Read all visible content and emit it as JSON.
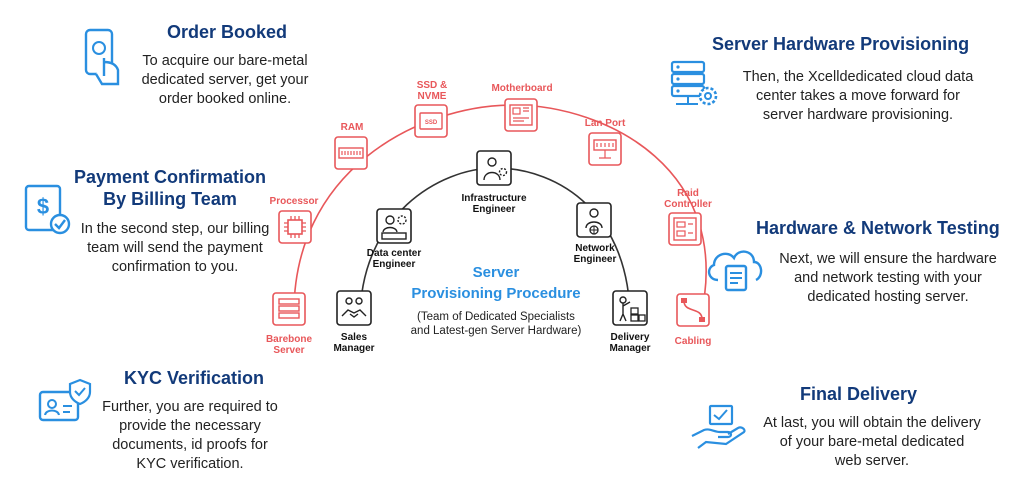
{
  "colors": {
    "title": "#123a7a",
    "accent_blue": "#2a8fe0",
    "hardware_red": "#e8575a",
    "team_dark": "#222222"
  },
  "center": {
    "title_line1": "Server",
    "title_line2": "Provisioning Procedure",
    "subtitle_line1": "(Team of Dedicated Specialists",
    "subtitle_line2": "and Latest-gen Server Hardware)"
  },
  "steps": {
    "order_booked": {
      "title": "Order Booked",
      "lines": [
        "To acquire our bare-metal",
        "dedicated server, get your",
        "order booked online."
      ],
      "icon": "mobile-tap-icon"
    },
    "payment": {
      "title_line1": "Payment Confirmation",
      "title_line2": "By Billing Team",
      "lines": [
        "In the second step, our billing",
        "team will send the payment",
        "confirmation to you."
      ],
      "icon": "payment-invoice-icon"
    },
    "kyc": {
      "title": "KYC Verification",
      "lines": [
        "Further, you are required to",
        "provide the necessary",
        "documents, id proofs for",
        "KYC verification."
      ],
      "icon": "id-card-shield-icon"
    },
    "hardware_provisioning": {
      "title": "Server Hardware Provisioning",
      "lines": [
        "Then, the Xcelldedicated cloud data",
        "center takes a move forward for",
        "server hardware provisioning."
      ],
      "icon": "server-gear-icon"
    },
    "network_testing": {
      "title": "Hardware & Network Testing",
      "lines": [
        "Next, we will ensure the hardware",
        "and network testing with your",
        "dedicated hosting server."
      ],
      "icon": "cloud-document-icon"
    },
    "final_delivery": {
      "title": "Final Delivery",
      "lines": [
        "At last, you will obtain the delivery",
        "of your bare-metal dedicated",
        "web server."
      ],
      "icon": "hand-package-icon"
    }
  },
  "hardware": {
    "barebone": {
      "line1": "Barebone",
      "line2": "Server",
      "icon": "server-rack-icon"
    },
    "processor": {
      "line1": "Processor",
      "icon": "cpu-chip-icon"
    },
    "ram": {
      "line1": "RAM",
      "icon": "ram-module-icon"
    },
    "ssd": {
      "line1": "SSD &",
      "line2": "NVME",
      "icon": "ssd-drive-icon"
    },
    "motherboard": {
      "line1": "Motherboard",
      "icon": "motherboard-icon"
    },
    "lan": {
      "line1": "Lan Port",
      "icon": "lan-port-icon"
    },
    "raid": {
      "line1": "Raid",
      "line2": "Controller",
      "icon": "raid-controller-icon"
    },
    "cabling": {
      "line1": "Cabling",
      "icon": "cable-icon"
    }
  },
  "team": {
    "sales": {
      "line1": "Sales",
      "line2": "Manager",
      "icon": "handshake-icon"
    },
    "datacenter": {
      "line1": "Data center",
      "line2": "Engineer",
      "icon": "datacenter-engineer-icon"
    },
    "infra": {
      "line1": "Infrastructure",
      "line2": "Engineer",
      "icon": "infrastructure-engineer-icon"
    },
    "network": {
      "line1": "Network",
      "line2": "Engineer",
      "icon": "network-engineer-icon"
    },
    "delivery": {
      "line1": "Delivery",
      "line2": "Manager",
      "icon": "delivery-manager-icon"
    }
  }
}
